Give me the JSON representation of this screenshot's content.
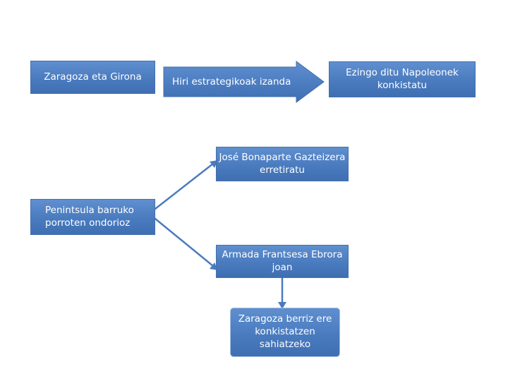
{
  "boxes": {
    "zaragoza_girona": "Zaragoza eta Girona",
    "hiri_estrategikoak": "Hiri estrategikoak izanda",
    "ezingo_ditu": "Ezingo ditu Napoleonek konkistatu",
    "jose_bonaparte": "José Bonaparte Gazteizera erretiratu",
    "penintsula": "Penintsula barruko porroten ondorioz",
    "armada": "Armada Frantsesa Ebrora joan",
    "zaragoza_berriz": "Zaragoza berriz ere konkistatzen sahiatzeko"
  },
  "colors": {
    "box_fill": "#4a7bbf",
    "box_border": "#4270ad",
    "connector": "#4a7bbf",
    "text": "#ffffff"
  }
}
